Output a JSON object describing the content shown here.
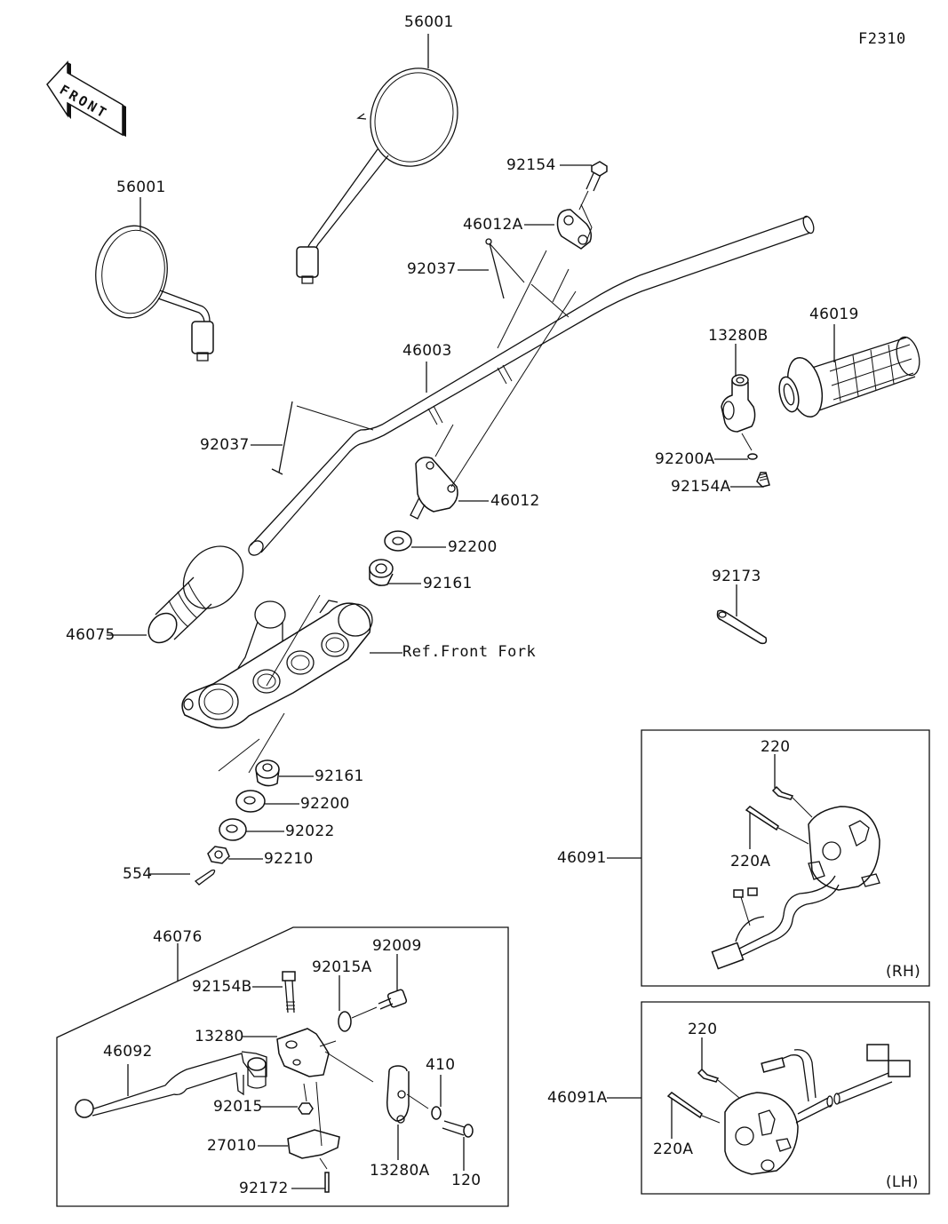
{
  "figure_id": "F2310",
  "orientation_arrow": {
    "text": "FRONT",
    "icon": "front-arrow-icon"
  },
  "callouts": {
    "mirror_right": "56001",
    "mirror_left": "56001",
    "bolt_clamp": "92154",
    "holder_upper": "46012A",
    "cable_tie_upper": "92037",
    "handlebar": "46003",
    "cable_tie_lower": "92037",
    "holder_lower": "46012",
    "washer_upper": "92200",
    "bushing_upper": "92161",
    "grip_left": "46075",
    "ref_front_fork": "Ref.Front Fork",
    "bushing_lower": "92161",
    "washer_lower": "92200",
    "washer_plain": "92022",
    "nut": "92210",
    "cotter_pin": "554",
    "mirror_holder": "13280B",
    "throttle_grip": "46019",
    "washer_mirror_holder": "92200A",
    "bolt_mirror_holder": "92154A",
    "throttle_bracket": "92173",
    "lever_assy": "46076",
    "bolt_lever": "92154B",
    "washer_lever": "92015A",
    "bolt_adjuster": "92009",
    "lever_holder": "13280",
    "lever": "46092",
    "nut_lever": "92015",
    "switch": "27010",
    "screw_switch": "92172",
    "clamp_holder": "13280A",
    "washer_clamp": "410",
    "bolt_clamp_holder": "120",
    "switch_rh": "46091",
    "screw_rh_1": "220",
    "screw_rh_2": "220A",
    "side_rh": "(RH)",
    "switch_lh": "46091A",
    "screw_lh_1": "220",
    "screw_lh_2": "220A",
    "side_lh": "(LH)"
  }
}
